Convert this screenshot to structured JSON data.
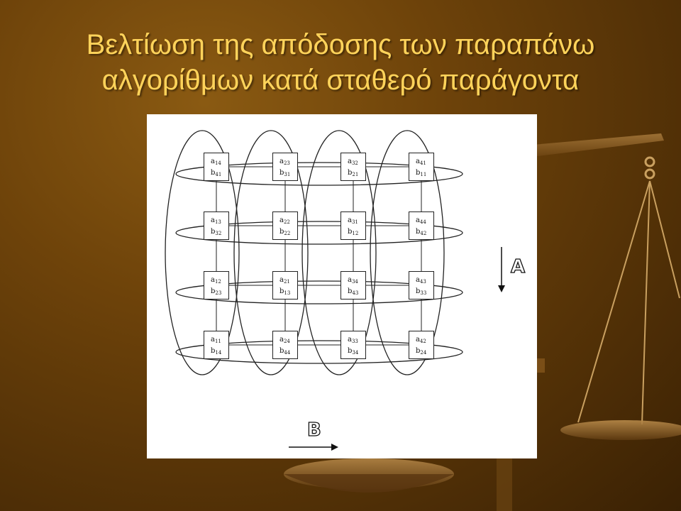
{
  "slide": {
    "title_line1": "Βελτίωση της απόδοσης των παραπάνω",
    "title_line2": "αλγορίθμων κατά σταθερό παράγοντα"
  },
  "colors": {
    "title": "#ffd35a",
    "background": "#6e430a"
  },
  "diagram": {
    "grid": [
      [
        [
          "a",
          "14",
          "b",
          "41"
        ],
        [
          "a",
          "23",
          "b",
          "31"
        ],
        [
          "a",
          "32",
          "b",
          "21"
        ],
        [
          "a",
          "41",
          "b",
          "11"
        ]
      ],
      [
        [
          "a",
          "13",
          "b",
          "32"
        ],
        [
          "a",
          "22",
          "b",
          "22"
        ],
        [
          "a",
          "31",
          "b",
          "12"
        ],
        [
          "a",
          "44",
          "b",
          "42"
        ]
      ],
      [
        [
          "a",
          "12",
          "b",
          "23"
        ],
        [
          "a",
          "21",
          "b",
          "13"
        ],
        [
          "a",
          "34",
          "b",
          "43"
        ],
        [
          "a",
          "43",
          "b",
          "33"
        ]
      ],
      [
        [
          "a",
          "11",
          "b",
          "14"
        ],
        [
          "a",
          "24",
          "b",
          "44"
        ],
        [
          "a",
          "33",
          "b",
          "34"
        ],
        [
          "a",
          "42",
          "b",
          "24"
        ]
      ]
    ],
    "arrow_a_label": "A",
    "arrow_b_label": "B"
  }
}
